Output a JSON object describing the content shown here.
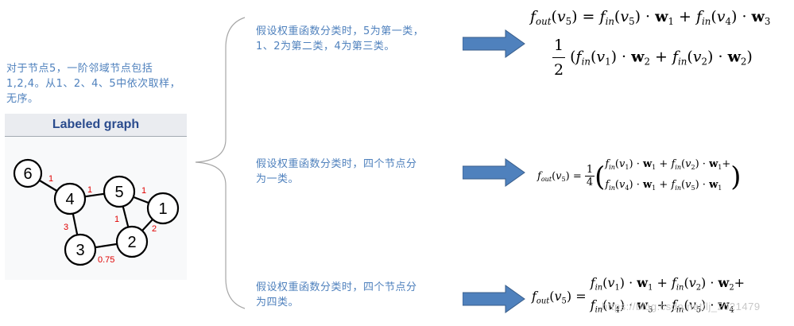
{
  "left_note": "对于节点5，一阶邻域节点包括\n1,2,4。从1、2、4、5中依次取样，\n无序。",
  "graph": {
    "title": "Labeled graph",
    "nodes": [
      "6",
      "4",
      "5",
      "1",
      "3",
      "2"
    ],
    "edge_weights": [
      "1",
      "1",
      "1",
      "1",
      "3",
      "2",
      "0.75"
    ]
  },
  "cases": [
    {
      "note": "假设权重函数分类时，5为第一类，\n1、2为第二类，4为第三类。"
    },
    {
      "note": "假设权重函数分类时，四个节点分\n为一类。"
    },
    {
      "note": "假设权重函数分类时，四个节点分\n为四类。"
    }
  ],
  "watermark": "https://blog.csdn.net/lj_2021479",
  "colors": {
    "note_text": "#4f81bd",
    "arrow": "#4f81bd",
    "edge_label": "#e00000",
    "brace": "#a6a6a6"
  },
  "icons": [
    "right-arrow-icon",
    "curly-brace-icon"
  ]
}
